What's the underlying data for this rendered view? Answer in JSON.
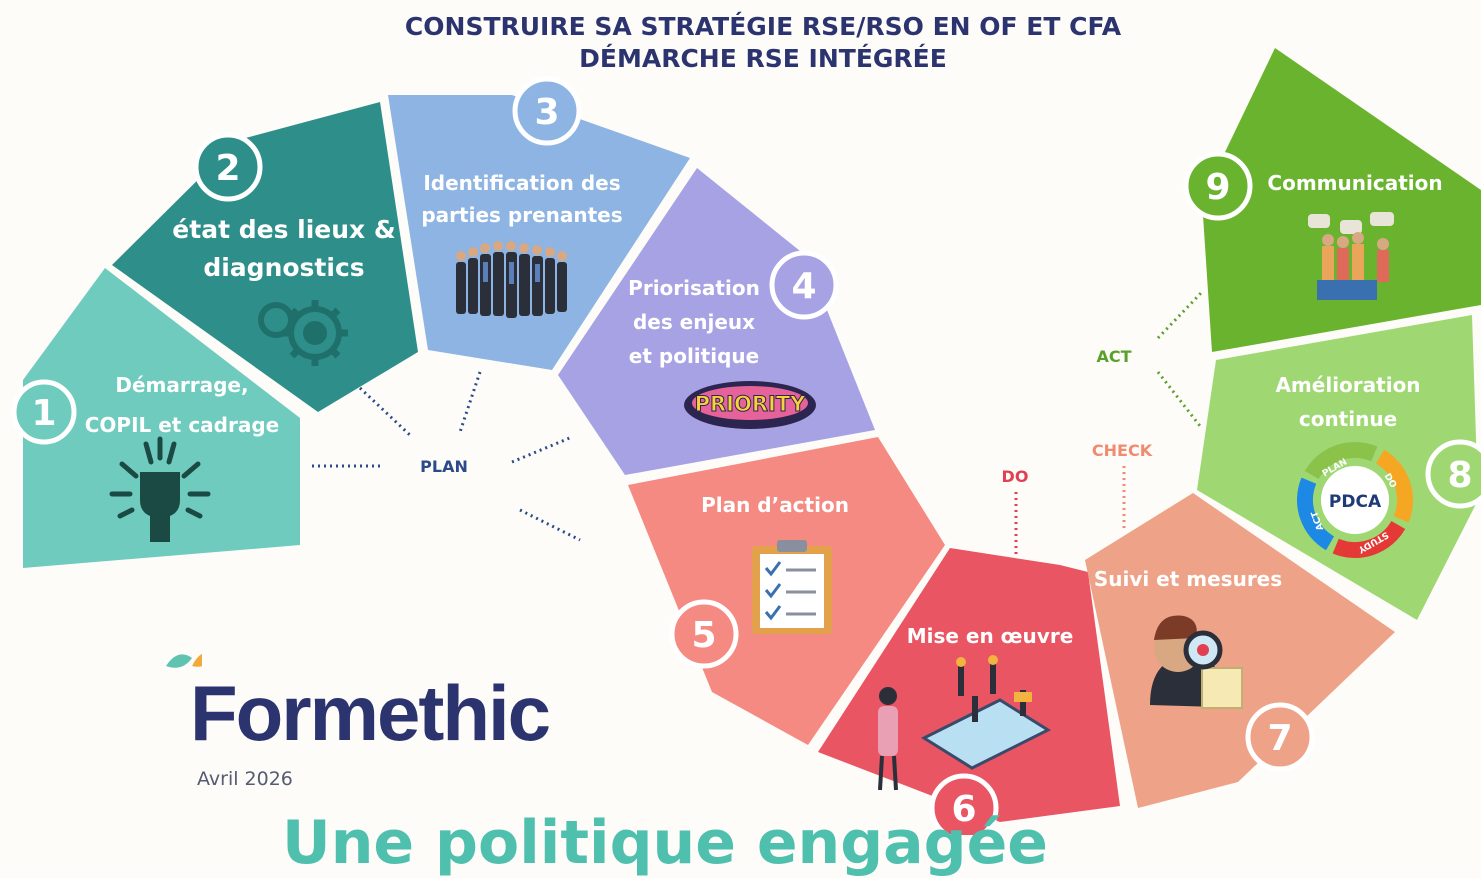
{
  "header": {
    "title_line1": "CONSTRUIRE SA STRATÉGIE RSE/RSO EN OF ET CFA",
    "title_line2": "DÉMARCHE RSE INTÉGRÉE"
  },
  "steps": [
    {
      "number": "1",
      "label_lines": [
        "Démarrage,",
        "COPIL et cadrage"
      ],
      "color": "#6fcbbd",
      "icon": "raised-fist-icon"
    },
    {
      "number": "2",
      "label_lines": [
        "état des lieux &",
        "diagnostics"
      ],
      "color": "#2e8f8a",
      "icon": "gears-icon"
    },
    {
      "number": "3",
      "label_lines": [
        "Identification des",
        "parties prenantes"
      ],
      "color": "#8db4e2",
      "icon": "people-group-icon"
    },
    {
      "number": "4",
      "label_lines": [
        "Priorisation",
        "des enjeux",
        "et politique"
      ],
      "color": "#a7a2e4",
      "icon": "priority-badge-icon",
      "badge_text": "PRIORITY"
    },
    {
      "number": "5",
      "label_lines": [
        "Plan d’action"
      ],
      "color": "#f58a82",
      "icon": "checklist-icon"
    },
    {
      "number": "6",
      "label_lines": [
        "Mise en œuvre"
      ],
      "color": "#e95563",
      "icon": "implementation-icon"
    },
    {
      "number": "7",
      "label_lines": [
        "Suivi et mesures"
      ],
      "color": "#eea388",
      "icon": "magnifier-person-icon"
    },
    {
      "number": "8",
      "label_lines": [
        "Amélioration",
        "continue"
      ],
      "color": "#9fd872",
      "icon": "pdca-cycle-icon",
      "pdca": {
        "center": "PDCA",
        "ring": [
          "PLAN",
          "DO",
          "STUDY",
          "ACT"
        ],
        "ring_colors": [
          "#8bc34a",
          "#f5a623",
          "#e53935",
          "#1e88e5"
        ]
      }
    },
    {
      "number": "9",
      "label_lines": [
        "Communication"
      ],
      "color": "#6ab32e",
      "icon": "conversation-group-icon"
    }
  ],
  "phases": {
    "plan": "PLAN",
    "do": "DO",
    "check": "CHECK",
    "act": "ACT",
    "plan_color": "#2c4a8a",
    "do_color": "#e04052",
    "check_color": "#f08a70",
    "act_color": "#5aa12c"
  },
  "footer": {
    "brand": "Formethic",
    "date": "Avril 2026",
    "bottom_partial": "Une politique engagée"
  }
}
